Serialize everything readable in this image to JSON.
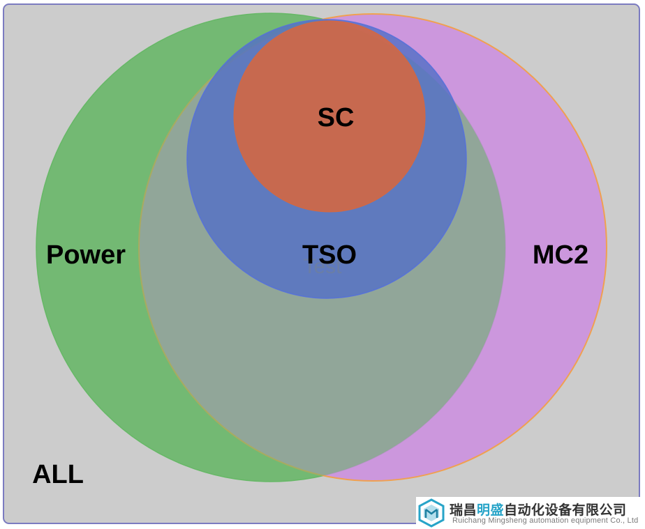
{
  "diagram": {
    "sets": [
      {
        "id": "all",
        "label": "ALL",
        "color": "#cccccc",
        "border": "#7b7bc0"
      },
      {
        "id": "power",
        "label": "Power",
        "color": "#5cb85c"
      },
      {
        "id": "mc2",
        "label": "MC2",
        "color": "#cc8be0",
        "border": "#f0a050"
      },
      {
        "id": "tso",
        "label": "TSO",
        "color": "#5470c6"
      },
      {
        "id": "sc",
        "label": "SC",
        "color": "#d9673c"
      }
    ],
    "ghost_text": "Test"
  },
  "watermark": {
    "name_prefix": "瑞昌",
    "name_accent": "明盛",
    "name_suffix": "自动化设备有限公司",
    "subtitle": "Ruichang Mingsheng automation equipment Co., Ltd",
    "logo_icon": "hexagon-cube-logo",
    "accent_color": "#27a4c8"
  }
}
